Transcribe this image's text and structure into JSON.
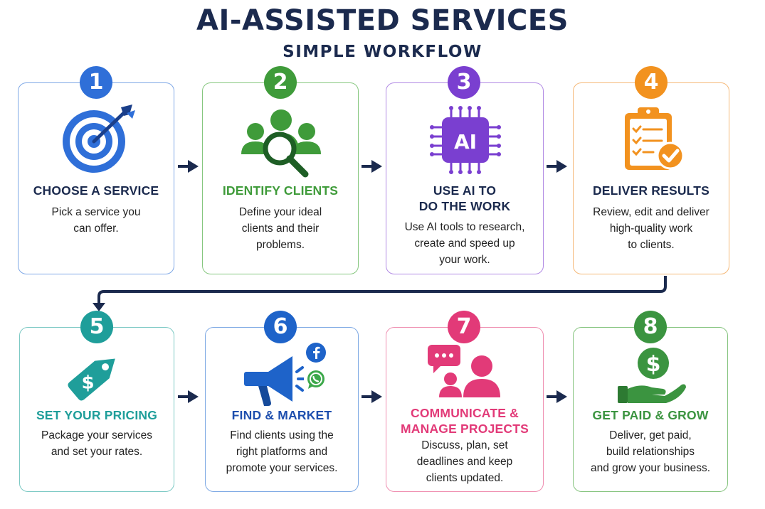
{
  "header": {
    "title": "AI-ASSISTED SERVICES",
    "subtitle": "SIMPLE WORKFLOW"
  },
  "colors": {
    "navy": "#1b2a4e",
    "blue": "#2f6fd8",
    "green": "#3f9b3a",
    "purple": "#7a3fd0",
    "orange": "#f2921f",
    "teal": "#1f9e9a",
    "blue2": "#1e63c9",
    "pink": "#e23a78",
    "green2": "#3b9440"
  },
  "steps": [
    {
      "number": "1",
      "title": "CHOOSE A SERVICE",
      "desc": "Pick a service you\ncan offer.",
      "icon": "target-icon"
    },
    {
      "number": "2",
      "title": "IDENTIFY CLIENTS",
      "desc": "Define your ideal\nclients and their\nproblems.",
      "icon": "people-search-icon"
    },
    {
      "number": "3",
      "title": "USE AI TO\nDO THE WORK",
      "desc": "Use AI tools to research,\ncreate and speed up\nyour work.",
      "icon": "ai-chip-icon",
      "chip_label": "AI"
    },
    {
      "number": "4",
      "title": "DELIVER RESULTS",
      "desc": "Review, edit and deliver\nhigh-quality work\nto clients.",
      "icon": "clipboard-check-icon"
    },
    {
      "number": "5",
      "title": "SET YOUR PRICING",
      "desc": "Package your services\nand set your rates.",
      "icon": "price-tag-icon",
      "tag_symbol": "$"
    },
    {
      "number": "6",
      "title": "FIND & MARKET",
      "desc": "Find clients using the\nright platforms and\npromote your services.",
      "icon": "megaphone-icon"
    },
    {
      "number": "7",
      "title": "COMMUNICATE &\nMANAGE PROJECTS",
      "desc": "Discuss, plan, set\ndeadlines and keep\nclients updated.",
      "icon": "chat-people-icon"
    },
    {
      "number": "8",
      "title": "GET PAID & GROW",
      "desc": "Deliver, get paid,\nbuild relationships\nand grow your business.",
      "icon": "hand-money-icon",
      "coin_symbol": "$"
    }
  ]
}
